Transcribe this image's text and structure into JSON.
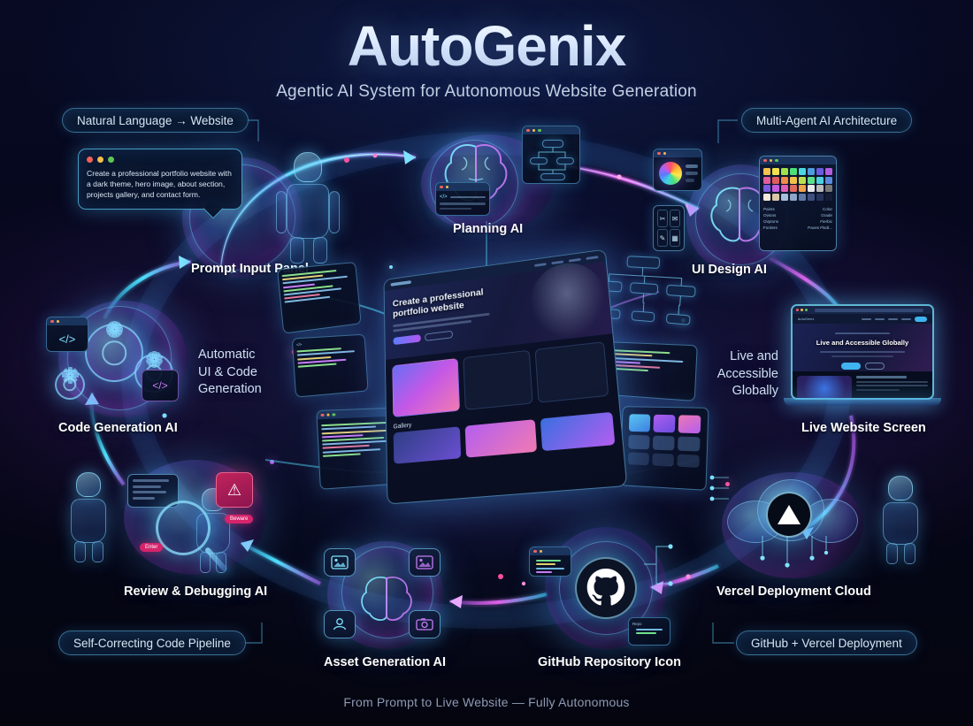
{
  "header": {
    "title": "AutoGenix",
    "subtitle": "Agentic AI System for Autonomous Website Generation"
  },
  "badges": [
    {
      "id": "natural-language-website",
      "label": "Natural Language → Website",
      "position": "top-left"
    },
    {
      "id": "multi-agent-ai-architecture",
      "label": "Multi-Agent AI Architecture",
      "position": "top-right"
    },
    {
      "id": "self-correcting-code-pipeline",
      "label": "Self-Correcting Code Pipeline",
      "position": "bottom-left"
    },
    {
      "id": "github-vercel-deployment",
      "label": "GitHub + Vercel Deployment",
      "position": "bottom-right"
    }
  ],
  "prompt_panel": {
    "text": "Create a professional portfolio website with a dark theme, hero image, about section, projects gallery, and contact form.",
    "dot_colors": [
      "#f4605c",
      "#f5bd4f",
      "#61c554"
    ]
  },
  "nodes": [
    {
      "id": "prompt-input-panel",
      "label": "Prompt Input Panel"
    },
    {
      "id": "planning-ai",
      "label": "Planning AI"
    },
    {
      "id": "ui-design-ai",
      "label": "UI Design AI"
    },
    {
      "id": "code-generation-ai",
      "label": "Code Generation AI"
    },
    {
      "id": "live-website-screen",
      "label": "Live Website Screen"
    },
    {
      "id": "review-debugging-ai",
      "label": "Review & Debugging AI"
    },
    {
      "id": "asset-generation-ai",
      "label": "Asset Generation AI"
    },
    {
      "id": "github-repository-icon",
      "label": "GitHub Repository Icon"
    },
    {
      "id": "vercel-deployment-cloud",
      "label": "Vercel Deployment Cloud"
    }
  ],
  "captions": [
    {
      "id": "automatic-ui-code-generation",
      "lines": [
        "Automatic",
        "UI & Code",
        "Generation"
      ]
    },
    {
      "id": "live-and-accessible-globally",
      "lines": [
        "Live and",
        "Accessible",
        "Globally"
      ]
    }
  ],
  "center_mockup": {
    "headline": "Create a professional portfolio website",
    "gallery_label": "Gallery",
    "brand": "AutoGenix"
  },
  "laptop": {
    "headline": "Live and Accessible Globally",
    "brand": "AutoGenix"
  },
  "footer": {
    "note": "From Prompt to Live Website — Fully Autonomous"
  },
  "ui_design_panel": {
    "prop_labels": [
      [
        "Paints",
        "Color"
      ],
      [
        "Ovions",
        "Grade"
      ],
      [
        "Ovptons",
        "Fierbic"
      ],
      [
        "Forders",
        "Paves Flsdt..."
      ]
    ],
    "swatch_colors": [
      "#f2c14e",
      "#f0e14d",
      "#9fe04d",
      "#4ce07a",
      "#4cd8e0",
      "#4c9ce0",
      "#6a5ce0",
      "#b35ce0",
      "#e05c9f",
      "#e05c5c",
      "#f08a4b",
      "#f0c24b",
      "#bce04c",
      "#5ce08a",
      "#4cd0e0",
      "#5a8ae0",
      "#7b5ce0",
      "#c55ce0",
      "#e05cb5",
      "#e06a5c",
      "#f0a24b",
      "#e8e8e8",
      "#bbbbbb",
      "#777777",
      "#f2e9d8",
      "#d9c6a5",
      "#a8bed8",
      "#8fa4c8",
      "#5f78a8",
      "#3d5080",
      "#26345c",
      "#141c36"
    ],
    "tool_glyphs": [
      "✂",
      "✉",
      "✎",
      "▦"
    ]
  },
  "debug_panel": {
    "error_glyph": "⚠",
    "chips": [
      {
        "label": "Enter",
        "color": "#d6246b"
      },
      {
        "label": "Beware",
        "color": "#d6246b"
      }
    ]
  },
  "asset_panel": {
    "tile_glyphs": [
      "⛰",
      "ὛC",
      "὆4",
      "὏7"
    ]
  },
  "colors": {
    "background": "#05061a",
    "accent_cyan": "#6fd6ff",
    "accent_blue": "#5a7bfb",
    "accent_purple": "#b35ef0",
    "accent_pink": "#f07ab2",
    "text_primary": "#ffffff",
    "text_muted": "#8e9ab4",
    "badge_border": "#60b4e1",
    "error_red": "#d6246b"
  },
  "flow": {
    "direction": "clockwise",
    "sequence": [
      "prompt-input-panel",
      "planning-ai",
      "ui-design-ai",
      "live-website-screen",
      "vercel-deployment-cloud",
      "github-repository-icon",
      "asset-generation-ai",
      "review-debugging-ai",
      "code-generation-ai"
    ]
  }
}
